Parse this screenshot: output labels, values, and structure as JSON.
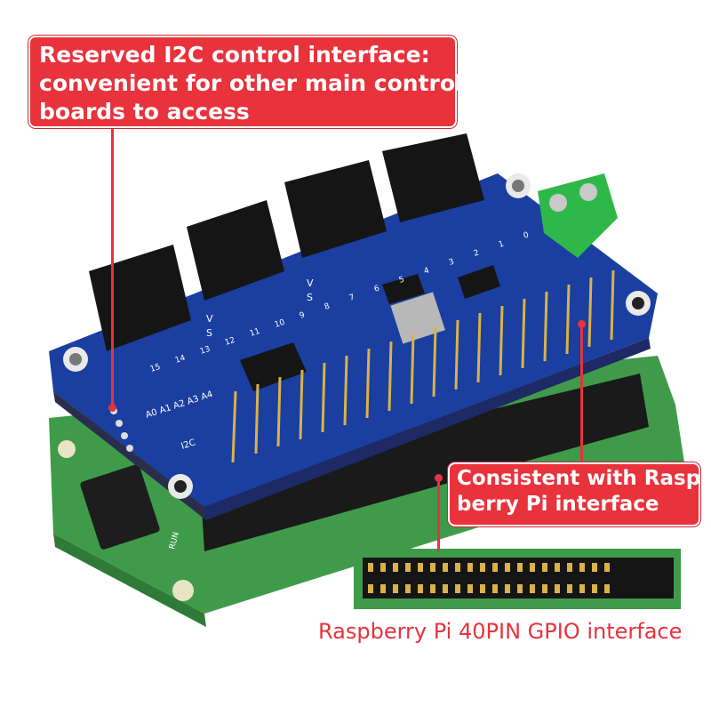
{
  "callouts": {
    "i2c": {
      "line1": "Reserved I2C control interface:",
      "line2": "convenient for other main control",
      "line3": "boards to access"
    },
    "gpio": {
      "line1": "Consistent with Rasp-",
      "line2": "berry Pi interface"
    }
  },
  "caption": "Raspberry Pi 40PIN GPIO interface",
  "board": {
    "servo_channel_labels": [
      "15",
      "14",
      "13",
      "12",
      "11",
      "10",
      "9",
      "8",
      "7",
      "6",
      "5",
      "4",
      "3",
      "2",
      "1",
      "0"
    ],
    "row_labels": [
      "V",
      "S"
    ],
    "address_label": "A0 A1 A2 A3 A4",
    "i2c_label": "I2C",
    "run_label": "RUN"
  },
  "colors": {
    "accent": "#e8323c",
    "hat_pcb": "#1a3fa0",
    "pi_pcb": "#3f9b4a",
    "terminal": "#2fb84a",
    "header": "#111111",
    "pins": "#d9b24a"
  }
}
